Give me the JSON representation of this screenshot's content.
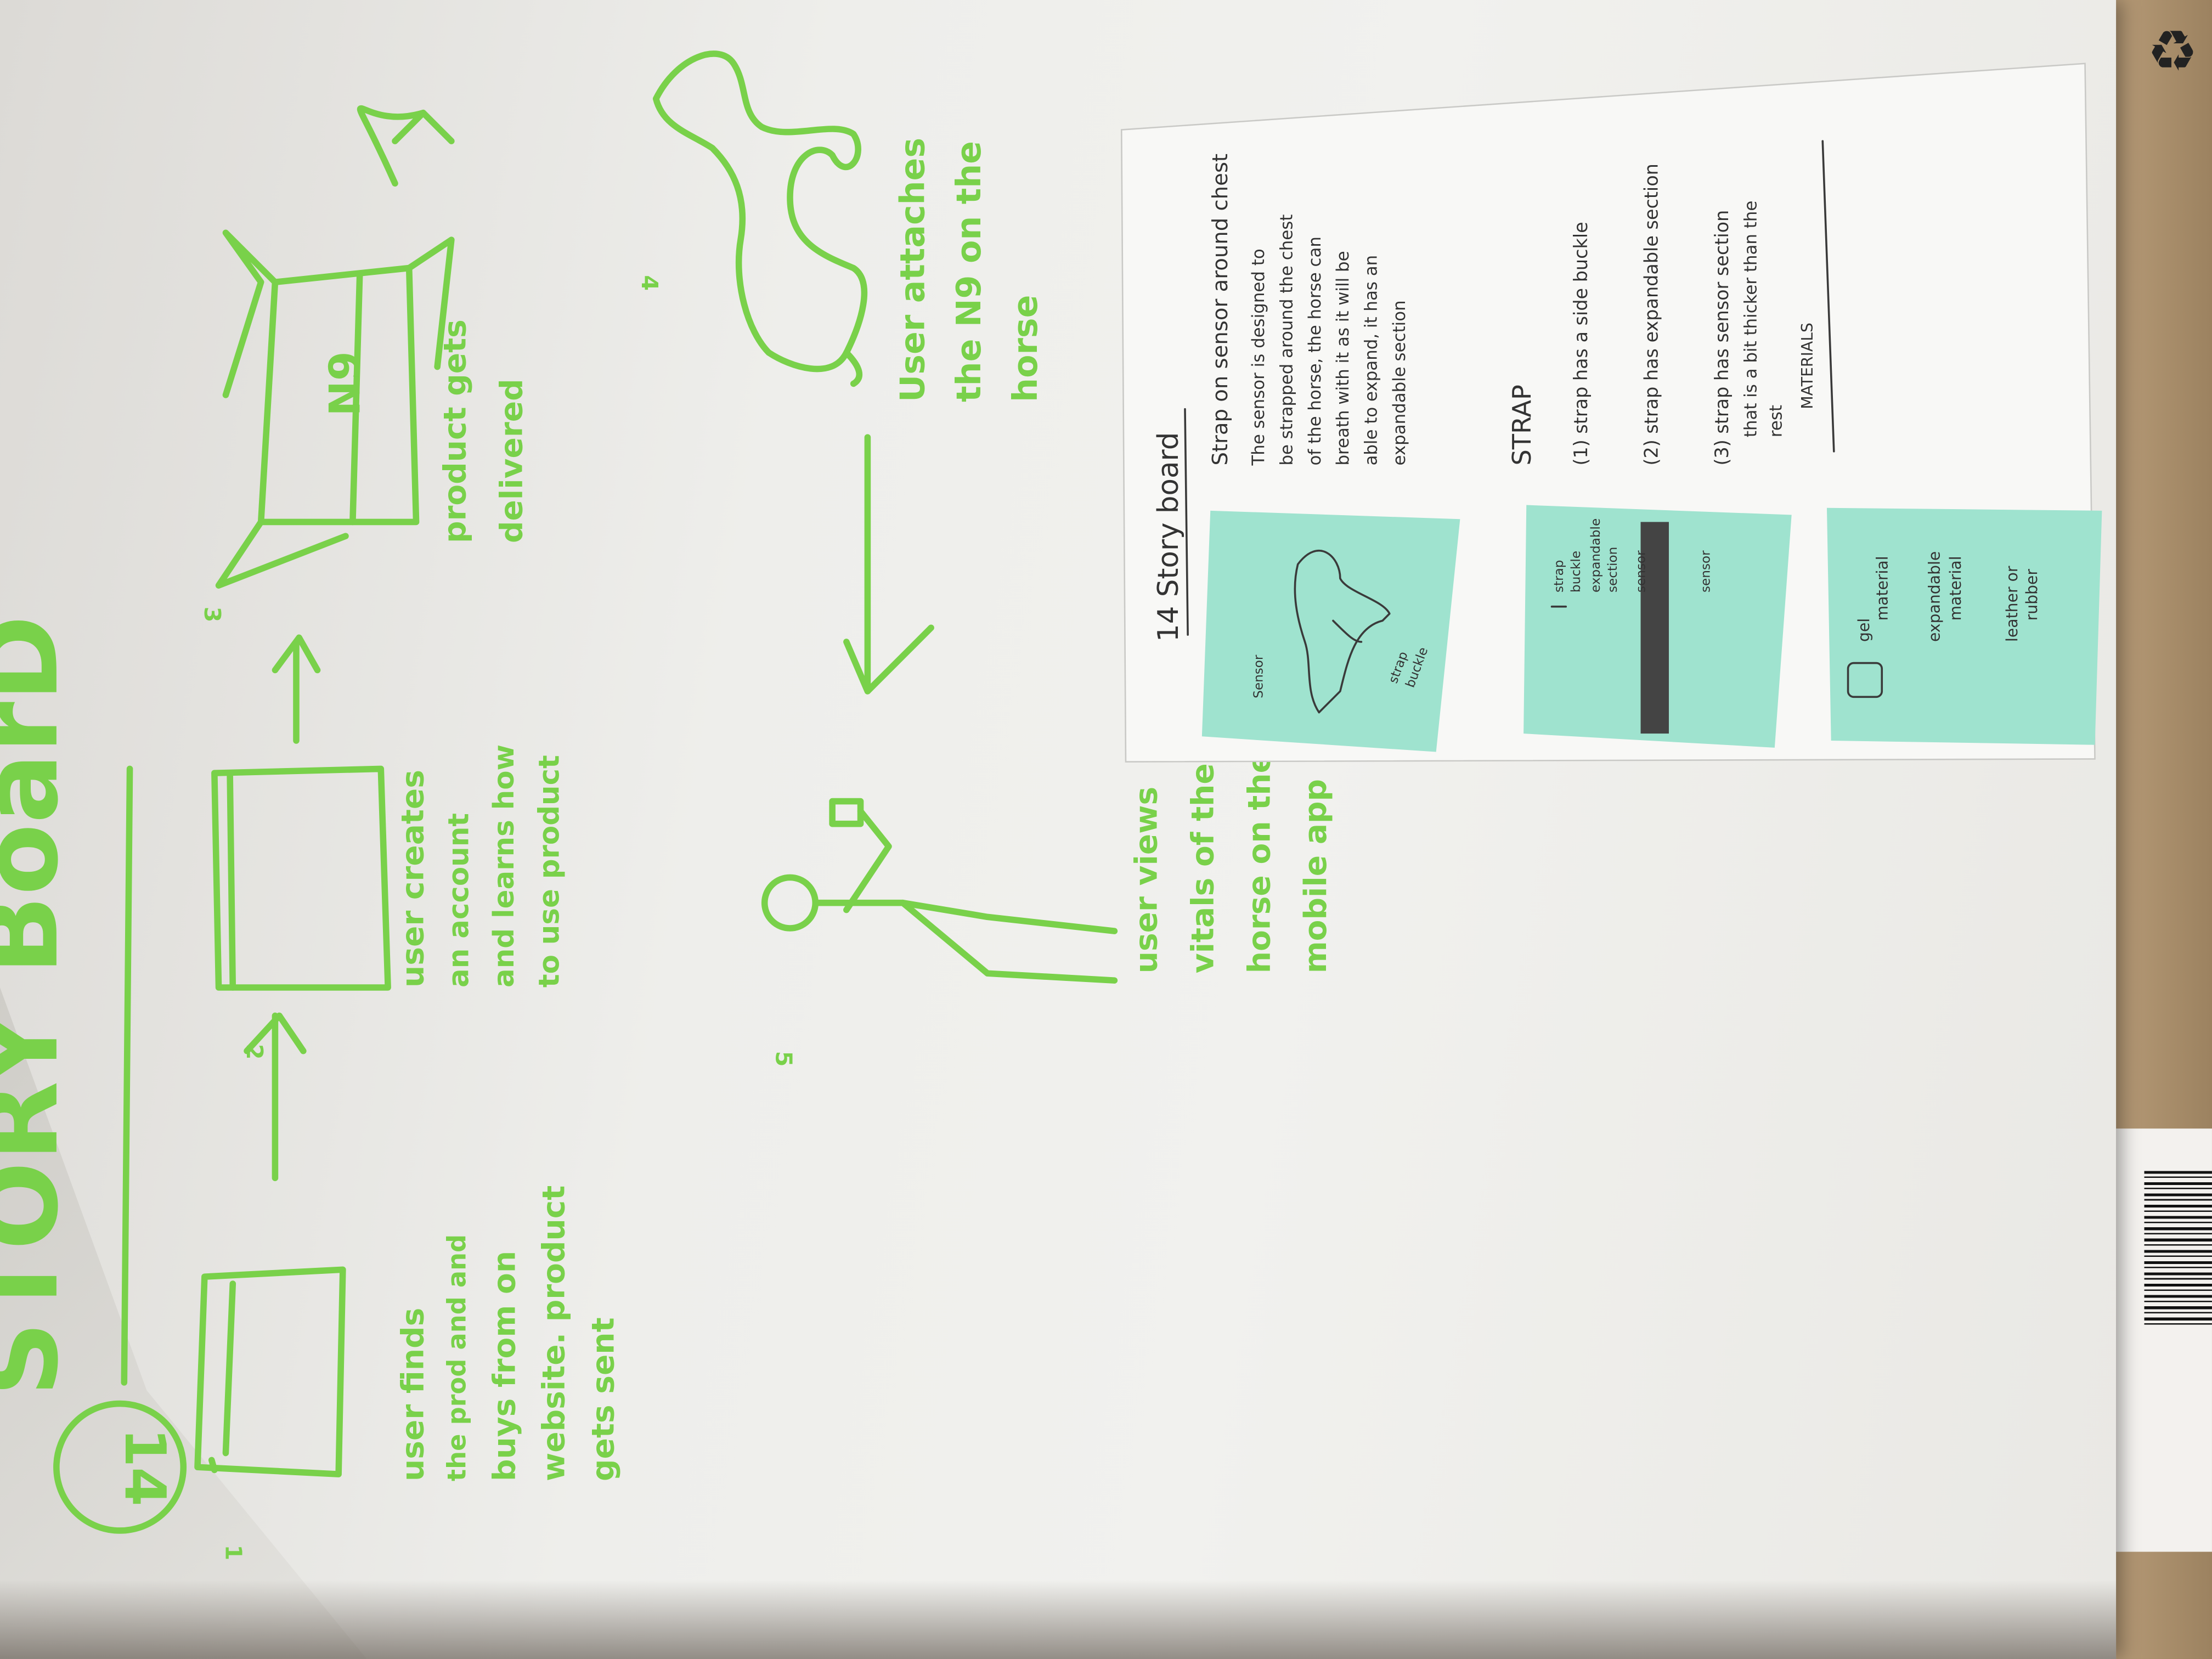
{
  "poster": {
    "number": "14",
    "title": "STORY BoarD",
    "panels": [
      {
        "step": "1",
        "caption_lines": [
          "user finds",
          "the prod and and",
          "buys from on",
          "website. product",
          "gets sent"
        ]
      },
      {
        "step": "2",
        "caption_lines": [
          "user creates",
          "an account",
          "and learns how",
          "to use product"
        ]
      },
      {
        "step": "3",
        "box_label": "N9",
        "caption_lines": [
          "product gets",
          "delivered"
        ]
      },
      {
        "step": "4",
        "caption_lines": [
          "User attaches",
          "the N9 on the",
          "horse"
        ]
      },
      {
        "step": "5",
        "caption_lines": [
          "user views",
          "vitals of the",
          "horse on the",
          "mobile app"
        ]
      }
    ]
  },
  "sheet": {
    "title": "14 Story board",
    "section1_heading": "Strap on sensor around chest",
    "section1_lines": [
      "The sensor is designed to",
      "be strapped around the chest",
      "of the horse, the horse can",
      "breath with it as it will be",
      "able to expand, it has an",
      "expandable section"
    ],
    "section2_heading": "STRAP",
    "strap_items": [
      "(1) strap has a side buckle",
      "(2) strap has expandable section",
      "(3) strap has sensor section",
      "that is a bit thicker than the",
      "rest"
    ],
    "materials_heading": "MATERIALS"
  },
  "sticky_notes": [
    {
      "labels": [
        "Sensor",
        "strap",
        "buckle"
      ]
    },
    {
      "labels": [
        "strap",
        "buckle",
        "expandable",
        "section",
        "sensor",
        "sensor"
      ]
    },
    {
      "labels": [
        "gel",
        "material",
        "expandable",
        "material",
        "leather or",
        "rubber"
      ]
    }
  ],
  "colors": {
    "marker_green": "#79d14a",
    "paper": "#efefec",
    "sticky_note": "#9fe3cf",
    "pencil": "#3a3a3a"
  }
}
